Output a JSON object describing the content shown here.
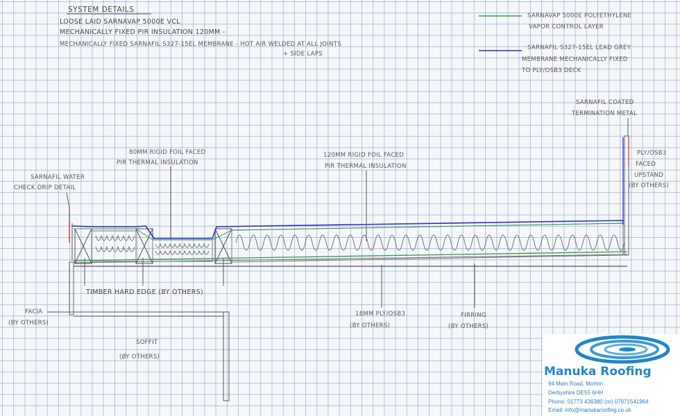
{
  "system": {
    "heading": "SYSTEM DETAILS",
    "lines": [
      "LOOSE LAID SARNAVAP 5000E VCL",
      "MECHANICALLY FIXED PIR INSULATION 120MM -",
      "MECHANICALLY FIXED SARNAFIL S327-15EL MEMBRANE - HOT AIR WELDED AT ALL JOINTS",
      "+ SIDE LAPS"
    ]
  },
  "legend": [
    {
      "color": "#2e9a4a",
      "lines": [
        "SARNAVAP 5000E POLYETHYLENE",
        "VAPOR CONTROL LAYER"
      ]
    },
    {
      "color": "#2b2fc4",
      "lines": [
        "SARNAFIL S327-15EL LEAD GREY",
        "MEMBRANE MECHANICALLY FIXED",
        "TO PLY/OSB3 DECK"
      ]
    }
  ],
  "labels": {
    "termination": [
      "SARNAFIL COATED",
      "TERMINATION METAL"
    ],
    "ply_upstand": [
      "PLY/OSB3",
      "FACED",
      "UPSTAND",
      "(BY OTHERS)"
    ],
    "rigid80": [
      "80MM RIGID FOIL FACED",
      "PIR THERMAL INSULATION"
    ],
    "rigid120": [
      "120MM RIGID FOIL FACED",
      "PIR THERMAL INSULATION"
    ],
    "drip": [
      "SARNAFIL WATER",
      "CHECK DRIP DETAIL"
    ],
    "hard_edge": "TIMBER HARD EDGE (BY OTHERS)",
    "facia": [
      "FACIA",
      "(BY OTHERS)"
    ],
    "soffit": [
      "SOFFIT",
      "(BY OTHERS)"
    ],
    "ply18": [
      "18MM PLY/OSB3",
      "(BY OTHERS)"
    ],
    "firring": [
      "FIRRING",
      "(BY OTHERS)"
    ]
  },
  "brand": {
    "name": "Manuka Roofing",
    "address1": "94 Main Road, Morton",
    "address2": "Derbyshire DE55 6HH",
    "phone": "Phone: 01773 436380 (or) 07971541964",
    "email": "Email: info@manukaroofing.co.uk"
  },
  "colors": {
    "membrane": "#2b2fc4",
    "vcl": "#2e9a4a",
    "drip": "#d33a2a",
    "pencil": "#555555",
    "brand": "#1f86c8"
  }
}
